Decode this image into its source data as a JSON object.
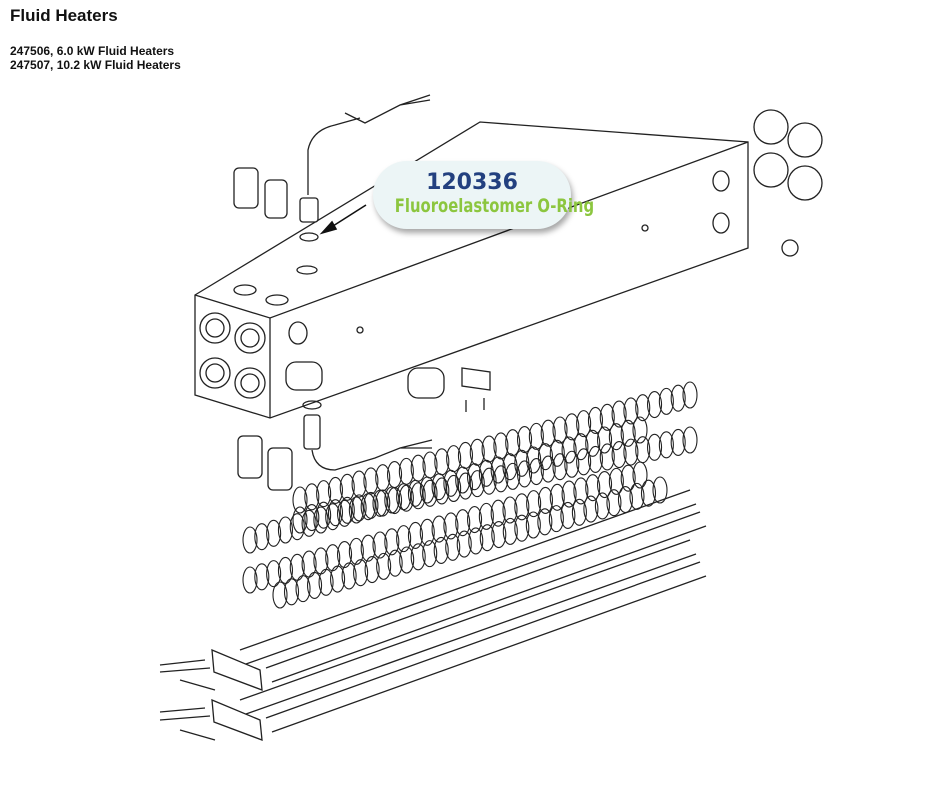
{
  "header": {
    "title": "Fluid Heaters",
    "models": [
      "247506, 6.0 kW Fluid Heaters",
      "247507, 10.2 kW Fluid Heaters"
    ]
  },
  "callout": {
    "part_number": "120336",
    "description": "Fluoroelastomer O-Ring",
    "number_color": "#23407f",
    "description_color": "#8cc63f"
  }
}
